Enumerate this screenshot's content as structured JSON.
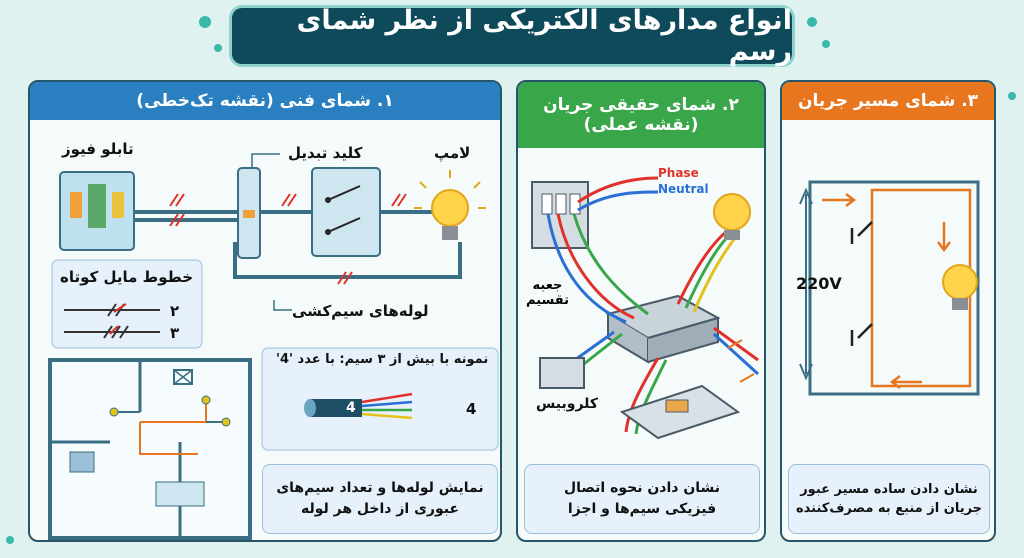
{
  "title": "انواع مدارهای الکتریکی از نظر شمای رسم",
  "panel1": {
    "header": "۱. شمای فنی (نقشه تک‌خطی)",
    "fuse_box": "تابلو فیوز",
    "switch": "کلید تبدیل",
    "lamp": "لامپ",
    "conduits": "لوله‌های سیم‌کشی",
    "slash_title": "خطوط مایل کوتاه",
    "slash_two": "۲",
    "slash_three": "۳",
    "sample_title": "نمونه با بیش از ۳ سیم: با عدد '4'",
    "cable_number": "4",
    "cable_side_number": "4",
    "caption_line1": "نمایش لوله‌ها و تعداد سیم‌های",
    "caption_line2": "عبوری از داخل هر لوله"
  },
  "panel2": {
    "header_line1": "۲. شمای حقیقی جریان",
    "header_line2": "(نقشه عملی)",
    "phase": "Phase",
    "neutral": "Neutral",
    "junction_line1": "جعبه",
    "junction_line2": "تقسیم",
    "switch": "کلروبیس",
    "caption_line1": "نشان دادن نحوه اتصال",
    "caption_line2": "فیزیکی سیم‌ها و اجزا"
  },
  "panel3": {
    "header": "۳. شمای مسیر جریان",
    "voltage": "220V",
    "caption_line1": "نشان دادن ساده مسیر عبور",
    "caption_line2": "جریان از منبع به مصرف‌کننده"
  },
  "colors": {
    "title_bg": "#0f4a5a",
    "panel1_header": "#2a7fc0",
    "panel2_header": "#3aa64a",
    "panel3_header": "#e8761f",
    "phase_red": "#e0312b",
    "neutral_blue": "#2a6fd6",
    "current_orange": "#e8761f"
  }
}
